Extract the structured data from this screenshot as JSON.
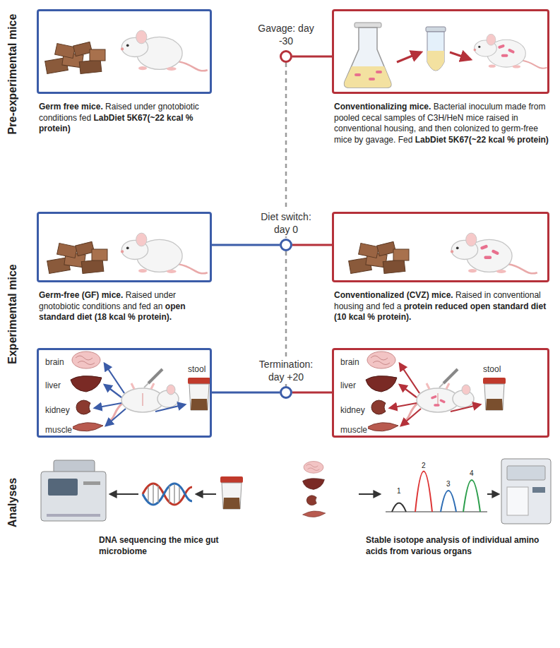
{
  "diagram": {
    "nodes": [
      {
        "text": [
          "Germ free mice.",
          "Raised under gnotobiotic conditions fed",
          "LabDiet 5K67(~22 kcal % protein)"
        ]
      },
      {
        "text": [
          "Gavage: day -30"
        ]
      },
      {
        "text": [
          "Conventionalizing mice.",
          "Bacterial inoculum made from pooled cecal samples of C3H/HeN mice raised in conventional housing, and then colonized to germ-free mice by gavage. Fed",
          "LabDiet 5K67(~22 kcal % protein)"
        ]
      },
      {
        "text": [
          "Germ-free (GF) mice.",
          "Raised under gnotobiotic conditions and fed an",
          "open standard diet (18 kcal % protein)."
        ]
      },
      {
        "text": [
          "Diet switch: day 0"
        ]
      },
      {
        "text": [
          "Conventionalized (CVZ) mice.",
          "Raised in conventional housing and fed a",
          "protein reduced open standard diet (10 kcal % protein)."
        ]
      },
      {
        "text": [
          "brain",
          "liver",
          "kidney",
          "muscle",
          "stool"
        ]
      },
      {
        "text": [
          "Termination: day +20"
        ]
      },
      {
        "text": [
          "brain",
          "liver",
          "kidney",
          "muscle",
          "stool"
        ]
      }
    ],
    "edges": [
      {
        "from": 1,
        "to": 2,
        "arrow": "none"
      },
      {
        "from": 3,
        "to": 4,
        "arrow": "none"
      },
      {
        "from": 4,
        "to": 5,
        "arrow": "none"
      },
      {
        "from": 6,
        "to": 7,
        "arrow": "none"
      },
      {
        "from": 7,
        "to": 8,
        "arrow": "none"
      },
      {
        "from": 1,
        "to": 4,
        "arrow": "none"
      },
      {
        "from": 4,
        "to": 7,
        "arrow": "none"
      }
    ],
    "labels": [
      "Pre-experimental mice",
      "Experimental mice",
      "Analyses",
      "DNA sequencing the mice gut microbiome",
      "Stable isotope analysis of individual amino acids from various organs",
      "1",
      "2",
      "3",
      "4"
    ]
  }
}
